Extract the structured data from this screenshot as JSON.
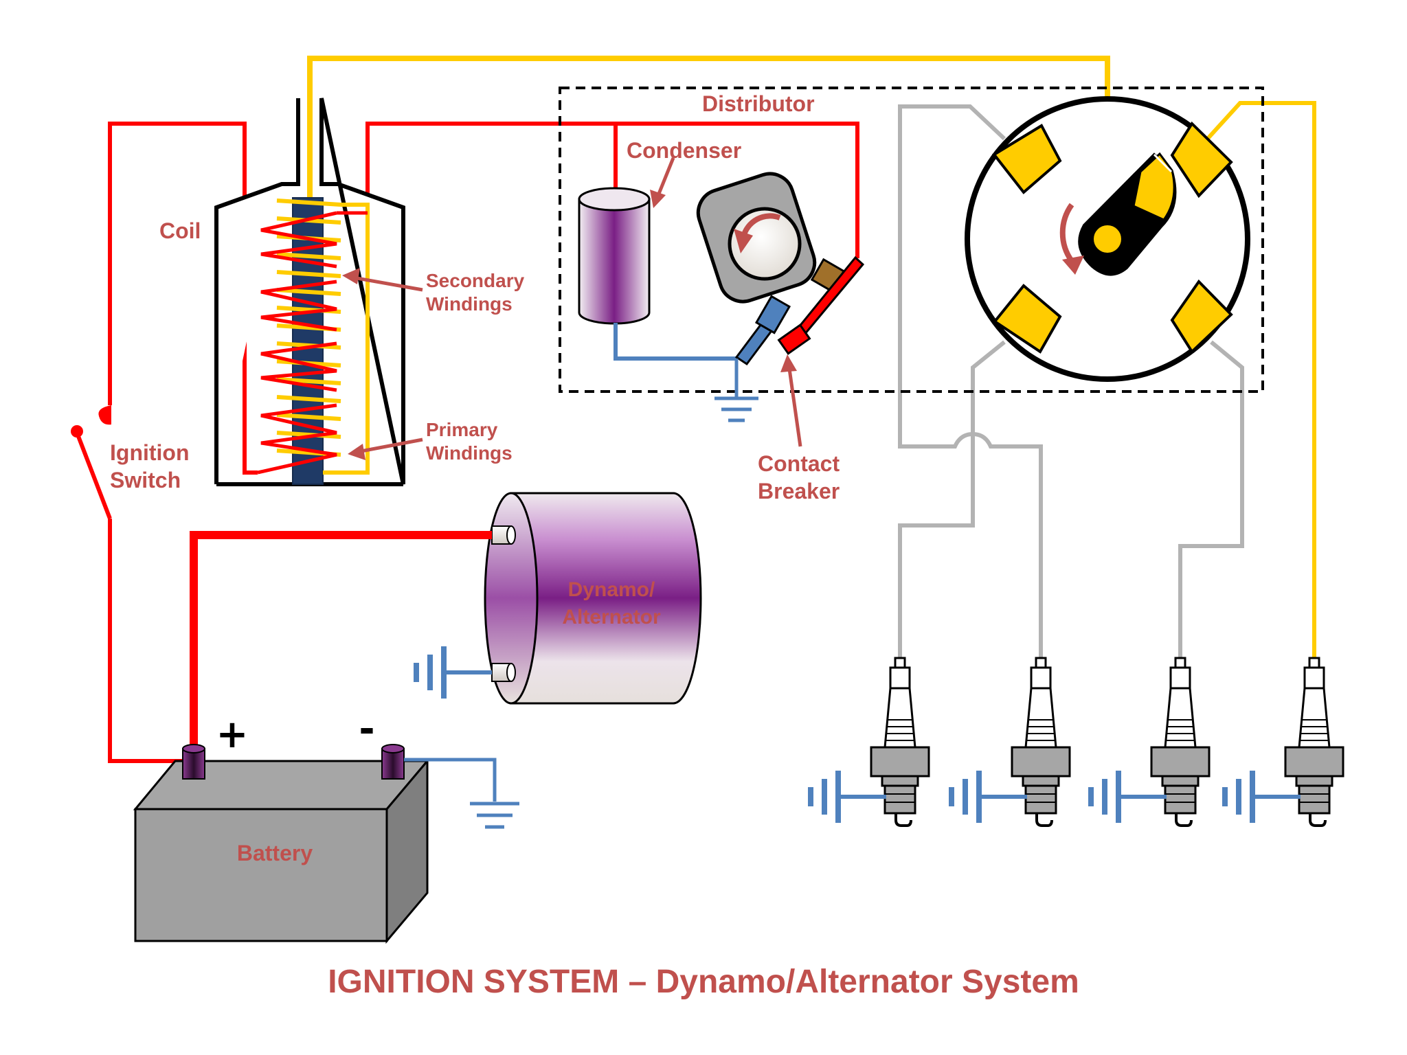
{
  "labels": {
    "coil": "Coil",
    "secondary_line1": "Secondary",
    "secondary_line2": "Windings",
    "primary_line1": "Primary",
    "primary_line2": "Windings",
    "ignition_line1": "Ignition",
    "ignition_line2": "Switch",
    "distributor": "Distributor",
    "condenser": "Condenser",
    "contact_line1": "Contact",
    "contact_line2": "Breaker",
    "dynamo_line1": "Dynamo/",
    "dynamo_line2": "Alternator",
    "battery": "Battery",
    "plus": "+",
    "minus": "-"
  },
  "title": "IGNITION SYSTEM – Dynamo/Alternator System",
  "colors": {
    "wire_low_tension": "#ff0000",
    "wire_high_tension": "#ffcc00",
    "wire_ground": "#4f81bd",
    "wire_plug": "#b3b3b3",
    "label": "#c0504d",
    "core": "#1f3a66"
  },
  "icons": [
    "coil-icon",
    "distributor-cap-icon",
    "rotor-icon",
    "condenser-icon",
    "contact-breaker-icon",
    "cam-icon",
    "dynamo-icon",
    "battery-icon",
    "spark-plug-icon",
    "ground-icon",
    "ignition-switch-icon"
  ]
}
